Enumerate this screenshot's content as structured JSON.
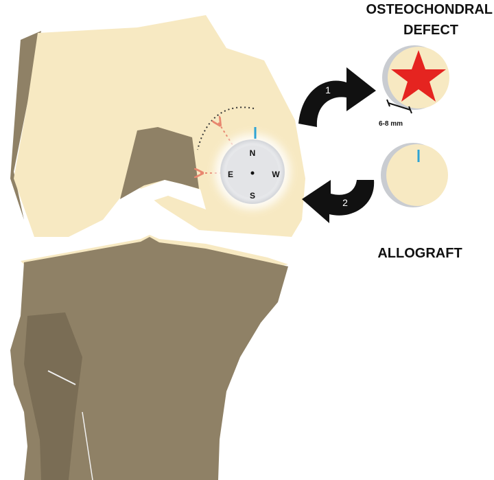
{
  "labels": {
    "defect_title_line1": "OSTEOCHONDRAL",
    "defect_title_line2": "DEFECT",
    "allograft_title": "ALLOGRAFT",
    "measurement": "6-8 mm"
  },
  "compass": {
    "north": "N",
    "south": "S",
    "east": "E",
    "west": "W"
  },
  "steps": {
    "step1": "1",
    "step2": "2"
  },
  "colors": {
    "cartilage": "#F7E9C2",
    "bone": "#8F8166",
    "bone_edge": "#7A6D55",
    "defect_star": "#E52420",
    "marker_line": "#2EA3D4",
    "arrow_dashed": "#E8876F",
    "arrow_black": "#111111",
    "plug_rim": "#C9CCD1"
  },
  "icons": {
    "rotation_arrow": "curved-arrow-icon",
    "defect_marker": "star-icon"
  }
}
